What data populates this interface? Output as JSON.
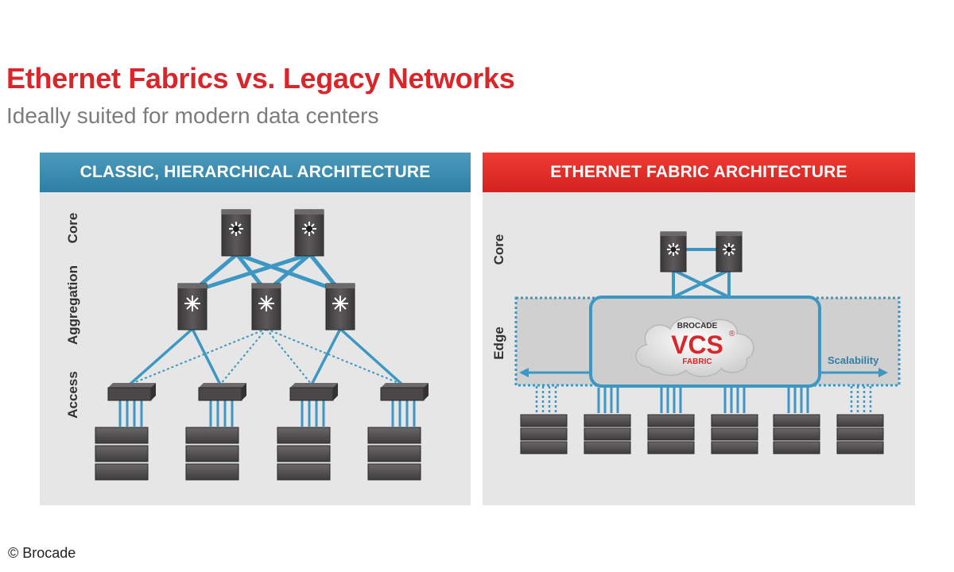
{
  "title": "Ethernet Fabrics vs. Legacy Networks",
  "subtitle": "Ideally suited for modern data centers",
  "left_panel": {
    "header": "CLASSIC, HIERARCHICAL ARCHITECTURE",
    "color": "#3b8db3",
    "layers": [
      "Core",
      "Aggregation",
      "Access"
    ]
  },
  "right_panel": {
    "header": "ETHERNET FABRIC ARCHITECTURE",
    "color": "#e02b27",
    "layers": [
      "Core",
      "Edge"
    ],
    "fabric_brand": "BROCADE",
    "fabric_name": "VCS",
    "fabric_mark": "®",
    "fabric_sub": "FABRIC",
    "scalability_label": "Scalability"
  },
  "credit": "© Brocade",
  "colors": {
    "link_blue": "#3c97c2",
    "device_dark": "#4a4748",
    "panel_bg": "#e6e6e6"
  }
}
